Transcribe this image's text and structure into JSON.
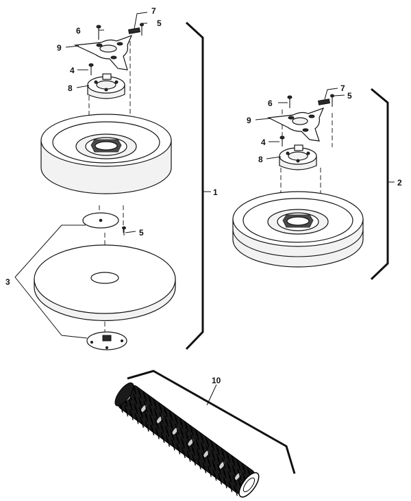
{
  "callouts": {
    "c1": "1",
    "c2": "2",
    "c3": "3",
    "c4_left": "4",
    "c4_right": "4",
    "c5_left_top": "5",
    "c5_left_pad": "5",
    "c5_right": "5",
    "c6_left": "6",
    "c6_right": "6",
    "c7_left": "7",
    "c7_right": "7",
    "c8_left": "8",
    "c8_right": "8",
    "c9_left": "9",
    "c9_right": "9",
    "c10": "10"
  },
  "colors": {
    "line": "#111111",
    "fill": "#ffffff",
    "shade": "#f2f2f2",
    "dark": "#2a2a2a"
  }
}
